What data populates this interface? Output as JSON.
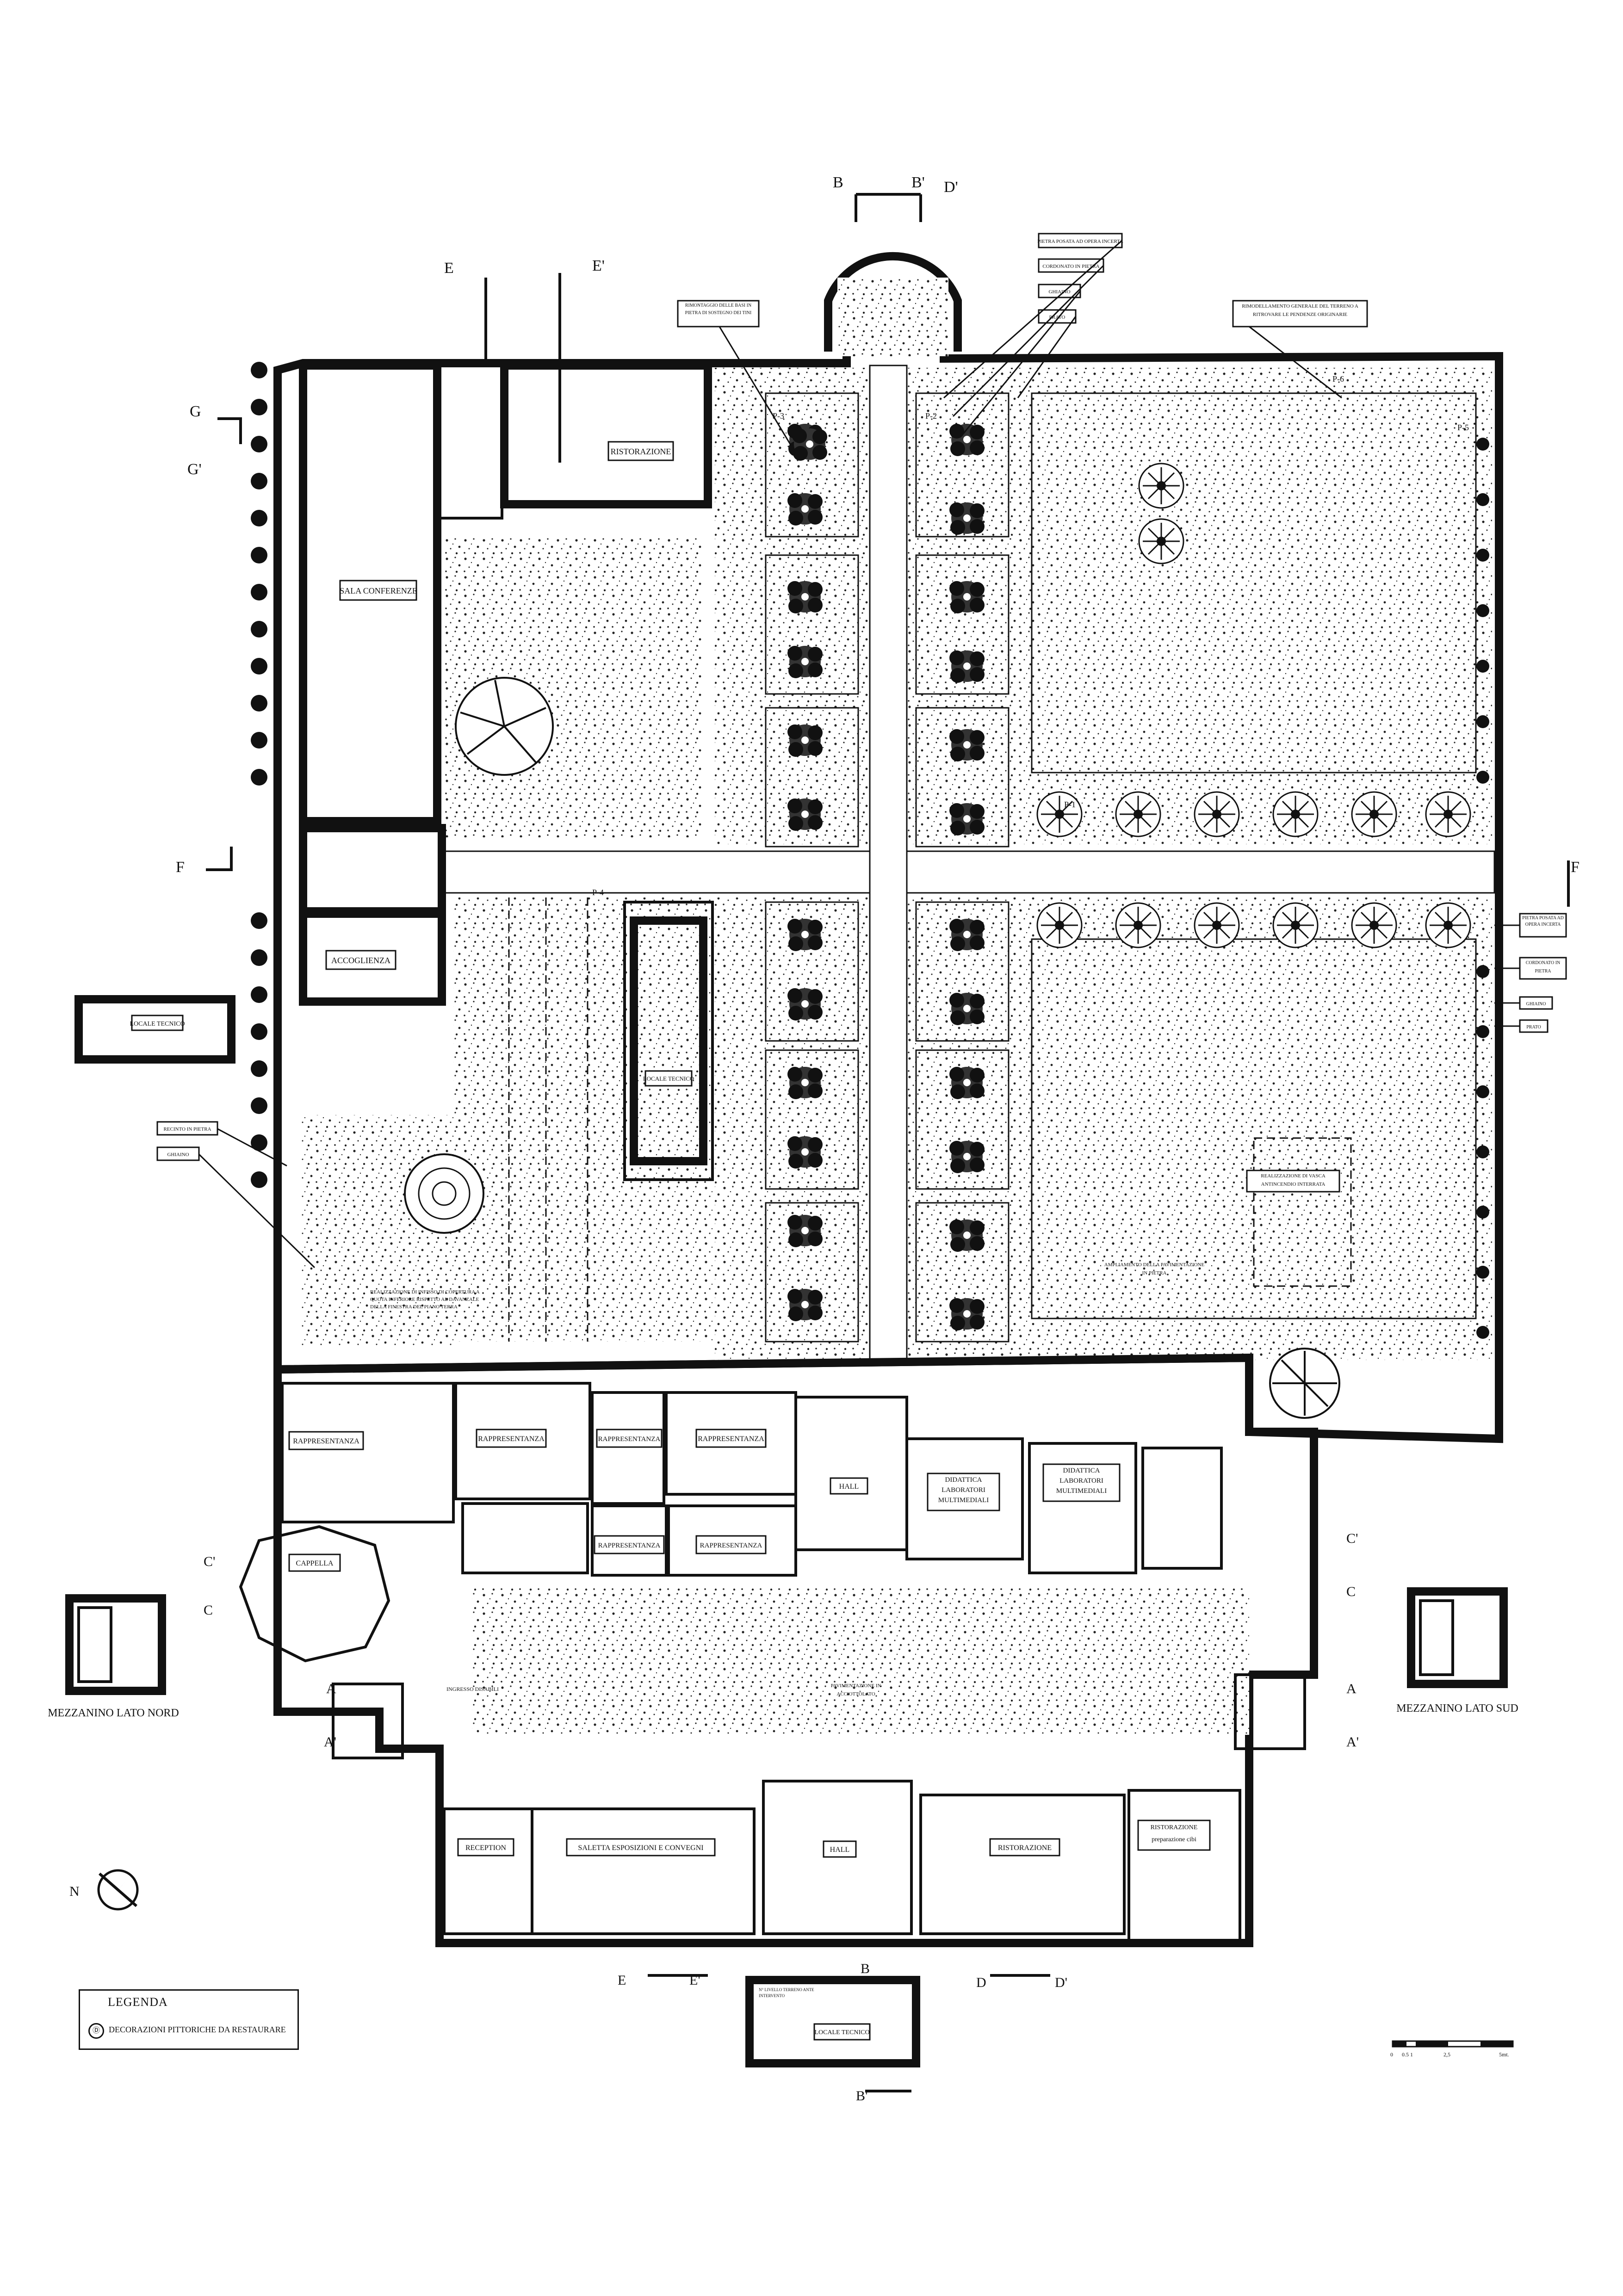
{
  "sections": {
    "B": "B",
    "B_prime": "B'",
    "D": "D",
    "D_prime": "D'",
    "E": "E",
    "E_prime": "E'",
    "G": "G",
    "G_prime": "G'",
    "F": "F",
    "C": "C",
    "C_prime": "C'",
    "A": "A",
    "A_prime": "A'"
  },
  "rooms": {
    "sala_conferenze": "SALA CONFERENZE",
    "ristorazione_top": "RISTORAZIONE",
    "accoglienza": "ACCOGLIENZA",
    "locale_tecnico_left": "LOCALE TECNICO",
    "locale_tecnico_mid": "LOCALE TECNICO",
    "rappresentanza_1": "RAPPRESENTANZA",
    "rappresentanza_2": "RAPPRESENTANZA",
    "rappresentanza_3": "RAPPRESENTANZA",
    "rappresentanza_4": "RAPPRESENTANZA",
    "rappresentanza_5": "RAPPRESENTANZA",
    "rappresentanza_6": "RAPPRESENTANZA",
    "cappella": "CAPPELLA",
    "hall_1": "HALL",
    "didattica_1": "DIDATTICA LABORATORI MULTIMEDIALI",
    "didattica_2": "DIDATTICA LABORATORI MULTIMEDIALI",
    "reception": "RECEPTION",
    "saletta": "SALETTA ESPOSIZIONI E CONVEGNI",
    "hall_2": "HALL",
    "ristorazione_bottom": "RISTORAZIONE",
    "ristorazione_prep": "RISTORAZIONE preparazione cibi",
    "locale_tecnico_bottom": "LOCALE TECNICO"
  },
  "notes": {
    "pietra_posata": "PIETRA POSATA AD OPERA INCERTA",
    "cordonato": "CORDONATO IN PIETRA",
    "ghiaino": "GHIAINO",
    "prato": "PRATO",
    "rimodellamento": "RIMODELLAMENTO GENERALE DEL TERRENO A RITROVARE LE PENDENZE ORIGINARIE",
    "rimontaggio": "RIMONTAGGIO DELLE BASI IN PIETRA DI SOSTEGNO DEI TINI",
    "pietra_posata_r": "PIETRA POSATA AD OPERA INCERTA",
    "cordonato_r": "CORDONATO IN PIETRA",
    "ghiaino_r": "GHIAINO",
    "prato_r": "PRATO",
    "recinto": "RECINTO IN PIETRA",
    "ghiaino_l": "GHIAINO",
    "vasca": "REALIZZAZIONE DI VASCA ANTINCENDIO INTERRATA",
    "ampliamento": "AMPLIAMENTO DELLA PAVIMENTAZIONE IN PIETRA",
    "copertura": "REALIZZAZIONE DI INFISSO DI COPERTURA A QUOTA INFERIORE RISPETTO AL DAVANZALE DELLA FINESTRA DEL PIANO TERRA",
    "pavimentazione": "PAVIMENTAZIONE IN ACCIOTTOLATO",
    "ingresso": "INGRESSO DISABILI",
    "quota_bottom": "N° LIVELLO TERRENO ANTE INTERVENTO"
  },
  "plant_codes": {
    "p1": "P-1",
    "p2": "P-2",
    "p3": "P-3",
    "p4": "P-4",
    "p5": "P-5",
    "p6": "P-6"
  },
  "mezzanino_nord": "MEZZANINO LATO NORD",
  "mezzanino_sud": "MEZZANINO LATO SUD",
  "north": "N",
  "legend": {
    "title": "LEGENDA",
    "symbol": "Ⓓ",
    "item": "DECORAZIONI PITTORICHE DA RESTAURARE"
  },
  "scale": {
    "t0": "0",
    "t1": "0.5 1",
    "t2": "2,5",
    "t3": "5mt."
  }
}
